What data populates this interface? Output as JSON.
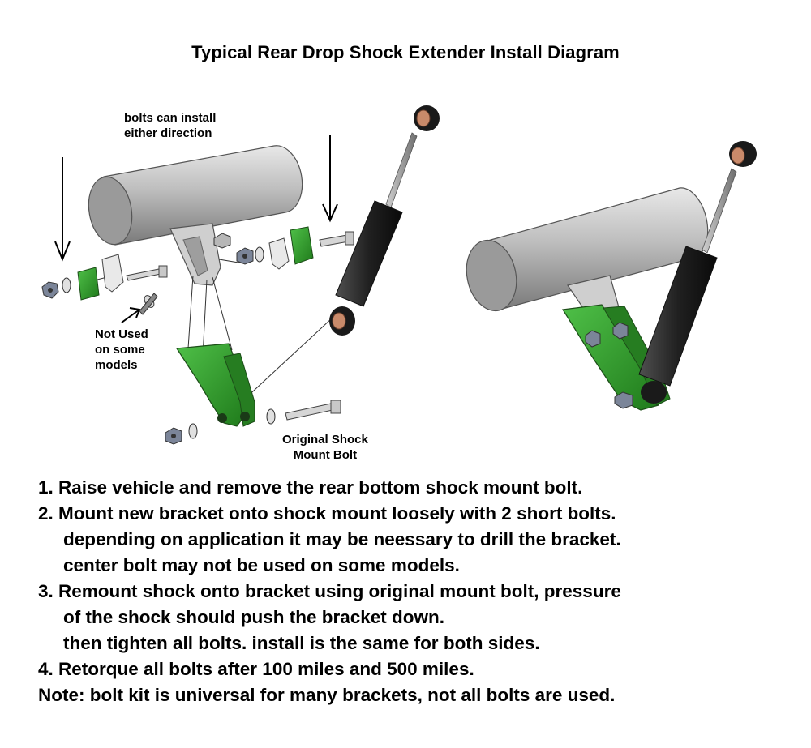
{
  "title": "Typical Rear Drop Shock Extender Install Diagram",
  "labels": {
    "bolt_direction": [
      "bolts can install",
      "either direction"
    ],
    "not_used": [
      "Not Used",
      "on some",
      "models"
    ],
    "original_bolt": [
      "Original Shock",
      "Mount Bolt"
    ]
  },
  "steps": [
    "1. Raise vehicle and remove the rear bottom shock mount bolt.",
    "2. Mount new bracket onto shock mount loosely with 2 short bolts.",
    "depending on application it may be neessary to drill the bracket.",
    "center bolt may not be used on some models.",
    "3. Remount shock onto bracket using original mount bolt, pressure",
    "of the shock should push the bracket down.",
    "then tighten all bolts. install is the same for both sides.",
    "4. Retorque all bolts after 100 miles and 500 miles.",
    "Note: bolt kit is universal for many brackets, not all bolts are used."
  ],
  "colors": {
    "bracket_green": "#2f9a2a",
    "axle_gray": "#b4b4b4",
    "shock_body": "#1e1e1e",
    "bushing_copper": "#c98a6a"
  }
}
